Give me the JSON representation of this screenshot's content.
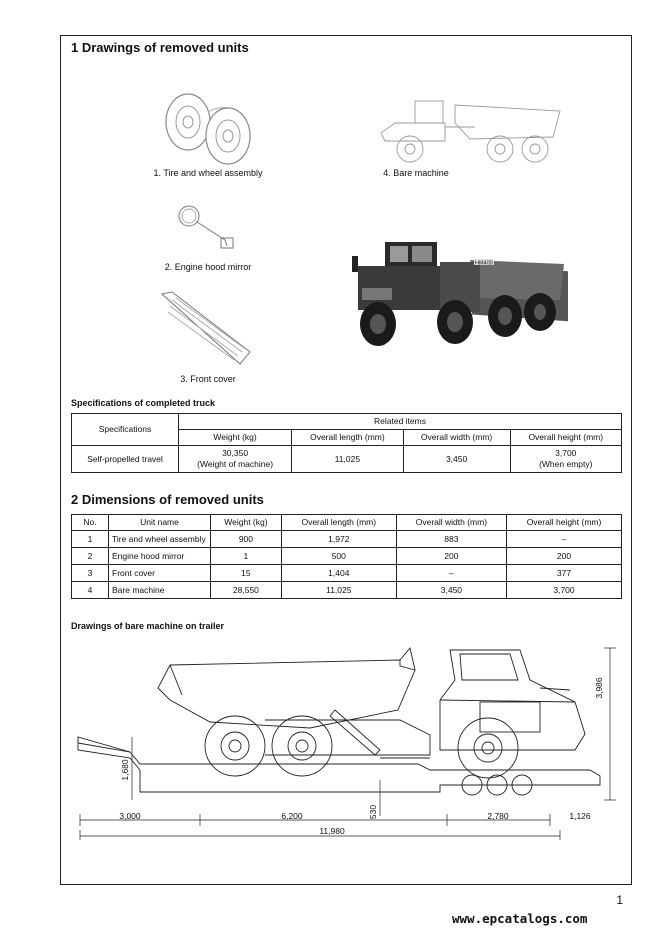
{
  "section1": {
    "title": "1  Drawings of removed units",
    "captions": {
      "tire": "1.  Tire and wheel assembly",
      "bare": "4.  Bare machine",
      "mirror": "2.  Engine hood mirror",
      "cover": "3.  Front cover"
    },
    "truck_badge": "HM400"
  },
  "spec_table": {
    "title": "Specifications of completed truck",
    "header_spec": "Specifications",
    "header_related": "Related items",
    "columns": [
      "Weight (kg)",
      "Overall length (mm)",
      "Overall width (mm)",
      "Overall height (mm)"
    ],
    "row_label": "Self-propelled travel",
    "weight_1": "30,350",
    "weight_2": "(Weight of machine)",
    "length": "11,025",
    "width": "3,450",
    "height_1": "3,700",
    "height_2": "(When empty)"
  },
  "section2": {
    "title": "2  Dimensions of removed units",
    "headers": [
      "No.",
      "Unit name",
      "Weight (kg)",
      "Overall length (mm)",
      "Overall width (mm)",
      "Overall height (mm)"
    ],
    "rows": [
      [
        "1",
        "Tire and wheel assembly",
        "900",
        "1,972",
        "883",
        "–"
      ],
      [
        "2",
        "Engine hood mirror",
        "1",
        "500",
        "200",
        "200"
      ],
      [
        "3",
        "Front cover",
        "15",
        "1,404",
        "–",
        "377"
      ],
      [
        "4",
        "Bare machine",
        "28,550",
        "11,025",
        "3,450",
        "3,700"
      ]
    ]
  },
  "trailer": {
    "title": "Drawings of bare machine on trailer",
    "dims": {
      "height_total": "3,986",
      "deck_height": "1,680",
      "gap": "530",
      "rear": "3,000",
      "mid": "6,200",
      "front_len": "2,780",
      "overhang": "1,126",
      "total": "11,980"
    }
  },
  "footer": {
    "page": "1",
    "watermark": "www.epcatalogs.com"
  }
}
